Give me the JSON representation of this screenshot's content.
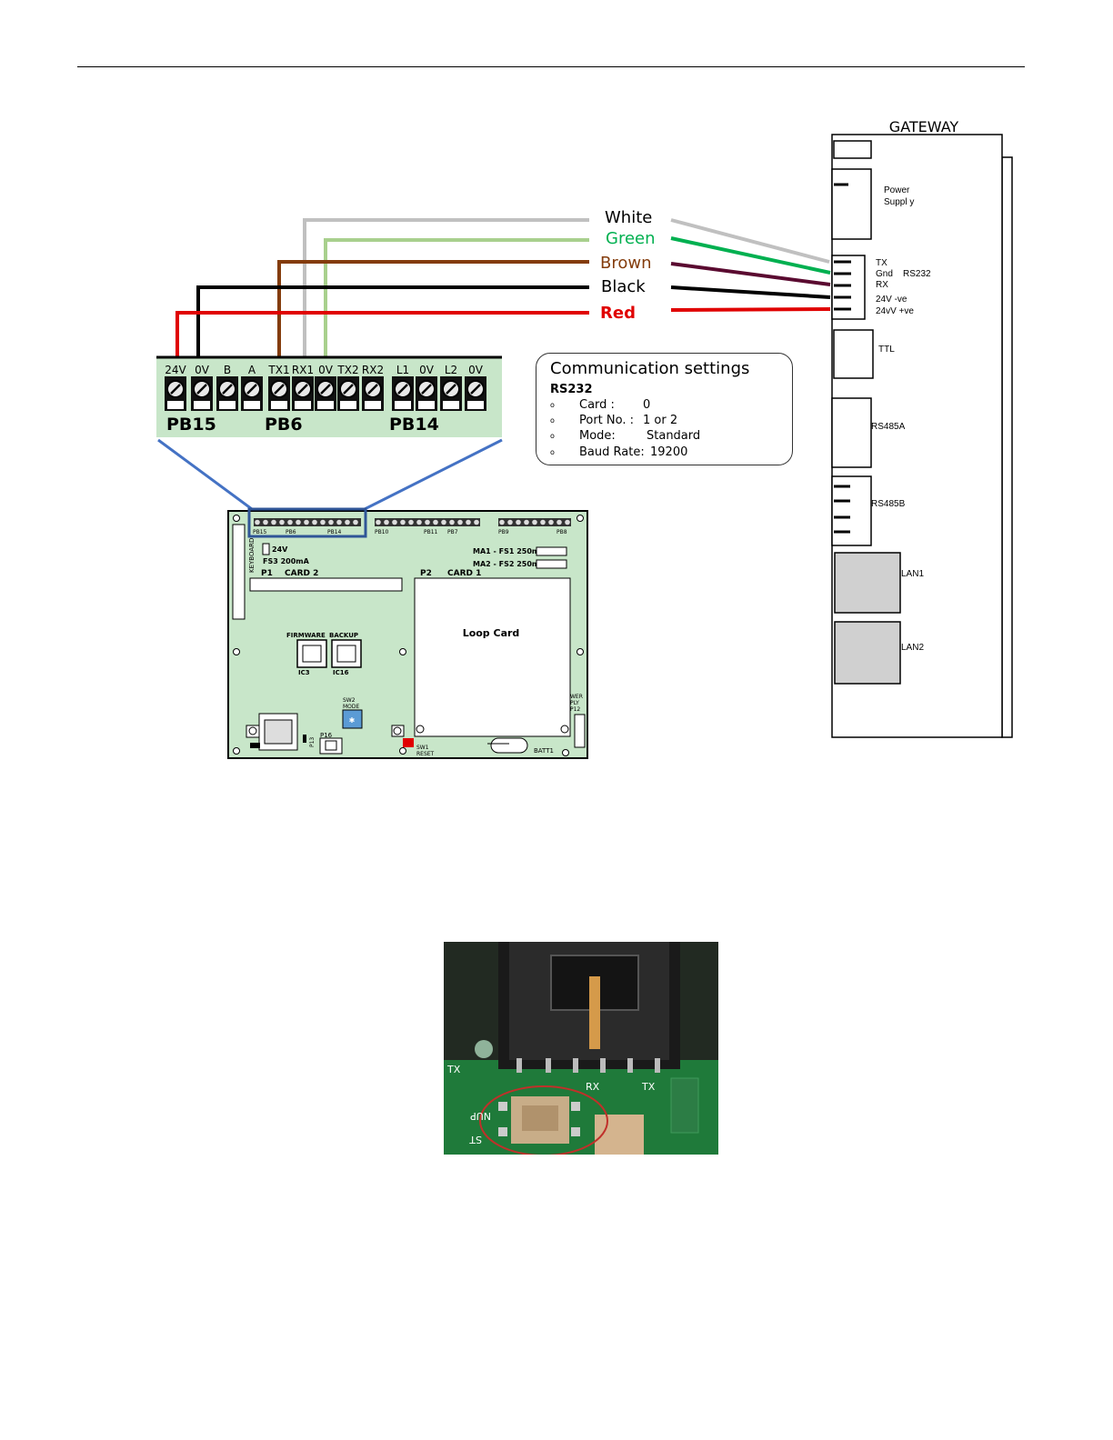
{
  "gateway": {
    "title": "GATEWAY",
    "power_supply": "Power\nSuppl y",
    "rs232_pins": [
      "TX",
      "Gnd",
      "RX",
      "24V -ve",
      "24vV +ve"
    ],
    "rs232_label": "RS232",
    "ttl": "TTL",
    "rs485a": "RS485A",
    "rs485b": "RS485B",
    "lan1": "LAN1",
    "lan2": "LAN2"
  },
  "wires": [
    {
      "label": "White",
      "color": "#c0c0c0",
      "text_color": "#000000"
    },
    {
      "label": "Green",
      "color": "#a8d08d",
      "text_color": "#00b050"
    },
    {
      "label": "Brown",
      "color": "#843c0c",
      "text_color": "#843c0c"
    },
    {
      "label": "Black",
      "color": "#000000",
      "text_color": "#000000"
    },
    {
      "label": "Red",
      "color": "#e00000",
      "text_color": "#e00000"
    }
  ],
  "terminal": {
    "pins": [
      "24V",
      "0V",
      "B",
      "A",
      "TX1",
      "RX1",
      "0V",
      "TX2",
      "RX2",
      "L1",
      "0V",
      "L2",
      "0V"
    ],
    "blocks": [
      "PB15",
      "PB6",
      "PB14"
    ]
  },
  "comm": {
    "title": "Communication settings",
    "subtitle": "RS232",
    "bullet": "o",
    "rows": [
      {
        "label": "Card :",
        "value": "0"
      },
      {
        "label": "Port No. :",
        "value": "1 or 2"
      },
      {
        "label": "Mode:",
        "value": "Standard"
      },
      {
        "label": "Baud Rate:",
        "value": "19200"
      }
    ]
  },
  "board": {
    "keyboard": "KEYBOARD",
    "top_labels": [
      "PB15",
      "PB6",
      "PB14",
      "PB10",
      "PB11",
      "PB7",
      "PB9",
      "PB8"
    ],
    "fuse_24v": "24V",
    "fs3": "FS3 200mA",
    "ma1": "MA1 - FS1 250mA",
    "ma2": "MA2 - FS2 250mA",
    "p1": "P1",
    "card2": "CARD 2",
    "p2": "P2",
    "card1": "CARD 1",
    "loop_card": "Loop Card",
    "firmware": "FIRMWARE",
    "backup": "BACKUP",
    "ic3": "IC3",
    "ic16": "IC16",
    "sw2": "SW2\nMODE",
    "p16": "P16",
    "p13": "P13",
    "sw1": "SW1\nRESET",
    "batt1": "BATT1",
    "power_supply_p12": "WER\nPLY\nP12"
  },
  "photo": {
    "labels": [
      "TX",
      "RX",
      "TX",
      "NUP",
      "ST"
    ]
  }
}
